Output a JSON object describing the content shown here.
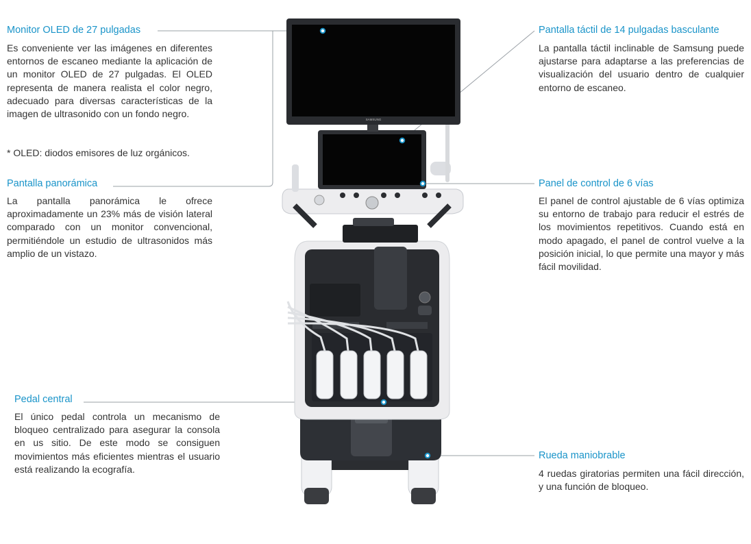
{
  "colors": {
    "title": "#1a94c9",
    "text": "#333333",
    "leader": "#9aa0a6",
    "dot": "#1a94c9",
    "screen": "#050505",
    "console_light": "#e9eaec",
    "console_dark": "#2b2d31"
  },
  "features": {
    "monitor": {
      "title": "Monitor OLED de 27 pulgadas",
      "body": "Es conveniente ver las imágenes en diferentes entornos de escaneo mediante la aplicación de un monitor OLED de 27 pulgadas. El OLED representa de manera realista el color negro, adecuado para diversas características de la imagen de ultrasonido con un fondo negro.",
      "note": "* OLED: diodos emisores de luz orgánicos."
    },
    "panoramic": {
      "title": "Pantalla panorámica",
      "body": "La pantalla panorámica le ofrece aproximadamente un 23% más de visión lateral comparado con un monitor convencional, permitiéndole un estudio de ultrasonidos más amplio de un vistazo."
    },
    "pedal": {
      "title": "Pedal central",
      "body": "El único pedal controla un mecanismo de bloqueo centralizado para asegurar la consola en us sitio. De este modo se consiguen movimientos más eficientes mientras el usuario está realizando la ecografía."
    },
    "touchscreen": {
      "title": "Pantalla táctil de 14 pulgadas basculante",
      "body": "La pantalla táctil inclinable de Samsung puede ajustarse para adaptarse a las preferencias de visualización del usuario dentro de cualquier entorno de escaneo."
    },
    "control_panel": {
      "title": "Panel de control de 6 vías",
      "body": "El panel de control ajustable de 6 vías optimiza su entorno de trabajo para reducir el estrés de los movimientos repetitivos. Cuando está en modo apagado, el panel de control vuelve a la posición inicial, lo que permite una mayor y más fácil movilidad."
    },
    "wheel": {
      "title": "Rueda maniobrable",
      "body": "4 ruedas giratorias permiten una fácil dirección, y una función de bloqueo."
    }
  },
  "device": {
    "brand_text": "SAMSUNG"
  }
}
